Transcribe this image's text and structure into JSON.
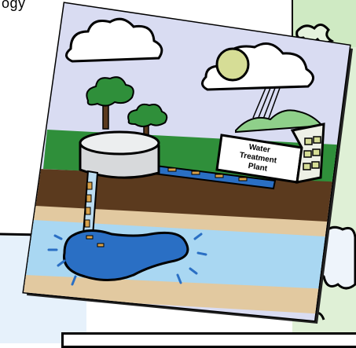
{
  "header_fragment": "ogy",
  "illustration": {
    "sign_lines": [
      "Water",
      "Treatment",
      "Plant"
    ]
  },
  "colors": {
    "sky": "#d9dcf2",
    "grass": "#2f8f3a",
    "soil": "#5b3a1e",
    "sand": "#e2c9a0",
    "aquifer": "#2a6fc4",
    "water_layer": "#a9d7f2",
    "tank": "#d7d9db",
    "sun": "#d6dd96"
  }
}
